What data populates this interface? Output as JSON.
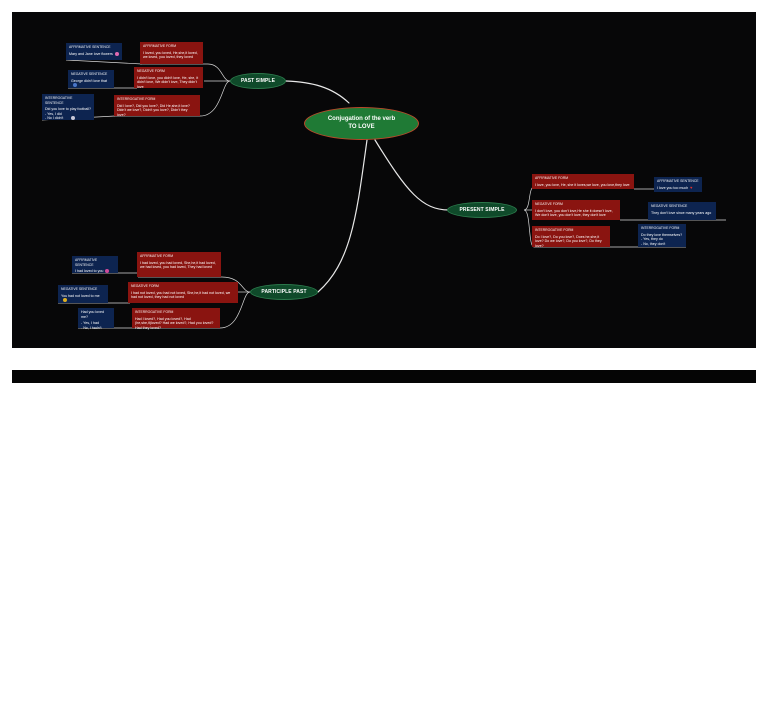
{
  "central": {
    "line1": "Conjugation of the verb",
    "line2": "TO LOVE"
  },
  "past_simple": {
    "label": "PAST SIMPLE",
    "affirmative_form": {
      "heading": "AFFIRMATIVE FORM",
      "text": "I loved, you loved, He,she,it loved, we loved, you loved, they loved"
    },
    "negative_form": {
      "heading": "NEGATIVE FORM",
      "text": "I didn't love, you didn't love, He, she, it didn't love, We didn't love, They didn't love"
    },
    "interrogative_form": {
      "heading": "INTERROGATIVE FORM",
      "text": "Did I love?, Did you love?, Did He,she,it love? Didn't we love?, Didn't you love?, Didn't they love?"
    },
    "affirmative_sentence": {
      "heading": "AFFIRMATIVE SENTENCE",
      "text": "Mary and Jane love flowers"
    },
    "negative_sentence": {
      "heading": "NEGATIVE SENTENCE",
      "text": "George didn't love that"
    },
    "interrogative_sentence": {
      "heading": "INTERROGATIVE SENTENCE",
      "text": "Did you love to play football?",
      "answer1": "- Yes, I did",
      "answer2": "- No I didn't"
    }
  },
  "present_simple": {
    "label": "PRESENT SIMPLE",
    "affirmative_form": {
      "heading": "AFFIRMATIVE FORM",
      "text": "I love, you love, He, she it loves,we love, you love,they love"
    },
    "negative_form": {
      "heading": "NEGATIVE FORM",
      "text": "I don't love, you don't love,He she it doesn't love, We don't love, you don't love, they don't love"
    },
    "interrogative_form": {
      "heading": "INTERROGATIVE FORM",
      "text": "Do I love?, Do you love?, Does he,she,it love? Do we love?, Do you love?, Do they love?"
    },
    "affirmative_sentence": {
      "heading": "AFFIRMATIVE SENTENCE",
      "text": "I love you too much"
    },
    "negative_sentence": {
      "heading": "NEGATIVE SENTENCE",
      "text": "They don't love since many years ago"
    },
    "interrogative_sentence": {
      "heading": "INTERROGATIVE FORM",
      "text": "Do they love themselves?",
      "answer1": "- Yes, they do",
      "answer2": "- No, they don't"
    }
  },
  "participle_past": {
    "label": "PARTICIPLE PAST",
    "affirmative_form": {
      "heading": "AFFIRMATIVE FORM",
      "text": "I had loved, you had loved, She,he,it had loved, we had loved, you had loved, They had loved"
    },
    "negative_form": {
      "heading": "NEGATIVE FORM",
      "text": "I had not loved, you had not loved, She,he,it had not loved, we had not loved, they had not loved"
    },
    "interrogative_form": {
      "heading": "INTERROGATIVE FORM",
      "text": "Had I loved?, Had you loved?, Had (he,she,it)loved? Had we loved?, Had you loved? Had they loved?"
    },
    "affirmative_sentence": {
      "heading": "AFFIRMATIVE SENTENCE",
      "text": "I had loved to you"
    },
    "negative_sentence": {
      "heading": "NEGATIVE SENTENCE",
      "text": "You had not loved to me"
    },
    "interrogative_sentence": {
      "heading": "",
      "text": "Had you loved me?",
      "answer1": "- Yes, I had",
      "answer2": "- No, I hadn't"
    }
  },
  "colors": {
    "background": "#070708",
    "form_box": "#8a1410",
    "sentence_box": "#0d2450",
    "branch_node": "#0f4a2a",
    "central_node": "#1f7a35",
    "connector": "#e8e8e8"
  }
}
